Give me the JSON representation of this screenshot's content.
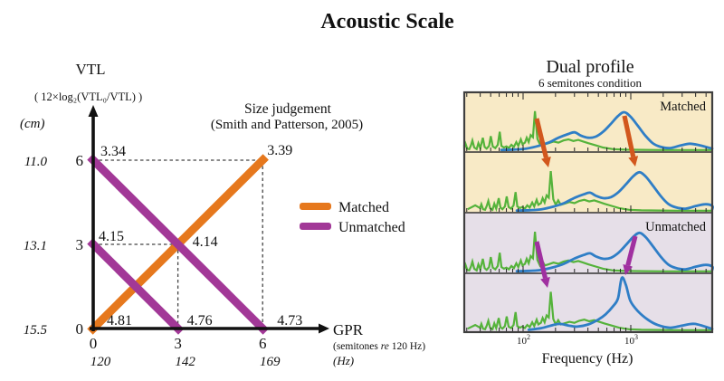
{
  "figure_title": "Acoustic Scale",
  "colors": {
    "matched": "#E6781D",
    "unmatched": "#A23897",
    "arrow_matched": "#D2571D",
    "arrow_unmatched": "#A030A0",
    "accent_blue": "#3173B8",
    "fine_green": "#55B33B",
    "envelope_blue": "#2F7EC6",
    "beige": "#F8EAC6",
    "lavender": "#E6DFE8",
    "ink": "#111111",
    "panel_border": "#3F3F3F"
  },
  "left_chart": {
    "y_axis_title": "VTL",
    "y_axis_formula": "( 12×log₂(VTL₀/VTL) )",
    "y_unit": "(cm)",
    "x_axis_title": "GPR",
    "x_axis_sub_pre": "(semitones ",
    "x_axis_sub_italic": "re",
    "x_axis_sub_post": " 120 Hz)",
    "x_unit": "(Hz)",
    "annotation_line1": "Size judgement",
    "annotation_line2": "(Smith and Patterson, 2005)",
    "legend": {
      "matched": "Matched",
      "unmatched": "Unmatched"
    }
  },
  "right_chart": {
    "title": "Dual profile",
    "subtitle": "6 semitones condition",
    "x_axis_label": "Frequency (Hz)",
    "tick_100_base": "10",
    "tick_100_exp": "2",
    "tick_1000_base": "10",
    "tick_1000_exp": "3"
  },
  "chart_data": [
    {
      "id": "size-judgement",
      "type": "line",
      "title": "Size judgement (Smith and Patterson, 2005)",
      "xlabel": "GPR (semitones re 120 Hz)",
      "ylabel": "VTL ( 12×log2(VTL0/VTL) )",
      "xlim": [
        0,
        6
      ],
      "ylim": [
        0,
        6
      ],
      "x_ticks": [
        {
          "value": 0,
          "hz": "120"
        },
        {
          "value": 3,
          "hz": "142"
        },
        {
          "value": 6,
          "hz": "169"
        }
      ],
      "y_ticks": [
        {
          "value": 0,
          "cm": "15.5"
        },
        {
          "value": 3,
          "cm": "13.1"
        },
        {
          "value": 6,
          "cm": "11.0"
        }
      ],
      "series": [
        {
          "name": "Matched",
          "color_key": "matched",
          "points": [
            [
              0,
              0
            ],
            [
              6,
              6
            ]
          ]
        },
        {
          "name": "Unmatched",
          "color_key": "unmatched",
          "points": [
            [
              0,
              6
            ],
            [
              6,
              0
            ]
          ]
        },
        {
          "name": "Unmatched",
          "color_key": "unmatched",
          "points": [
            [
              0,
              3
            ],
            [
              3,
              0
            ]
          ]
        }
      ],
      "value_labels": [
        {
          "text": "3.34",
          "at": [
            0,
            6
          ],
          "dx": 8,
          "dy": -5
        },
        {
          "text": "3.39",
          "at": [
            6,
            6
          ],
          "dx": 5,
          "dy": -6
        },
        {
          "text": "4.15",
          "at": [
            0,
            3
          ],
          "dx": 6,
          "dy": -4
        },
        {
          "text": "4.14",
          "at": [
            3,
            3
          ],
          "dx": 16,
          "dy": 2
        },
        {
          "text": "4.81",
          "at": [
            0,
            0
          ],
          "dx": 15,
          "dy": -4
        },
        {
          "text": "4.76",
          "at": [
            3,
            0
          ],
          "dx": 10,
          "dy": -4
        },
        {
          "text": "4.73",
          "at": [
            6,
            0
          ],
          "dx": 16,
          "dy": -4
        }
      ],
      "guides": [
        [
          [
            0,
            6
          ],
          [
            6,
            6
          ]
        ],
        [
          [
            6,
            6
          ],
          [
            6,
            0
          ]
        ],
        [
          [
            0,
            3
          ],
          [
            3,
            3
          ]
        ],
        [
          [
            3,
            3
          ],
          [
            3,
            0
          ]
        ]
      ]
    },
    {
      "id": "dual-profile",
      "type": "line",
      "title": "Dual profile - 6 semitones condition",
      "xlabel": "Frequency (Hz)",
      "x_scale": "log",
      "x_range_hz": [
        26,
        6900
      ],
      "major_ticks_hz": [
        100,
        1000
      ],
      "minor_ticks_hz": [
        30,
        40,
        50,
        60,
        70,
        80,
        90,
        200,
        300,
        400,
        500,
        600,
        700,
        800,
        900,
        2000,
        3000,
        4000,
        5000,
        6000
      ],
      "panels": [
        {
          "bg": "beige",
          "label": "Matched",
          "fine": "green_fine",
          "fine_shift": 0,
          "envelope": "blue_envelope",
          "env_shift": 0
        },
        {
          "bg": "beige",
          "label": "",
          "fine": "green_fine",
          "fine_shift": 0.064,
          "envelope": "blue_envelope",
          "env_shift": 0.062
        },
        {
          "bg": "lavender",
          "label": "Unmatched",
          "fine": "green_fine",
          "fine_shift": 0,
          "envelope": "blue_envelope",
          "env_shift": 0.062
        },
        {
          "bg": "lavender",
          "label": "",
          "fine": "green_fine",
          "fine_shift": 0.064,
          "envelope": "blue_envelope_sharp",
          "env_shift": 0
        }
      ],
      "arrows": [
        {
          "color": "arrow_matched",
          "from": [
            593,
            131
          ],
          "to": [
            606,
            185
          ]
        },
        {
          "color": "arrow_matched",
          "from": [
            690,
            128
          ],
          "to": [
            702,
            184
          ]
        },
        {
          "color": "arrow_unmatched",
          "from": [
            593,
            267
          ],
          "to": [
            605,
            318
          ]
        },
        {
          "color": "arrow_unmatched",
          "from": [
            702,
            261
          ],
          "to": [
            691,
            304
          ]
        }
      ],
      "spectra": {
        "green_fine": [
          [
            -0.05,
            0.03
          ],
          [
            -0.02,
            0.1
          ],
          [
            0.0,
            0.05
          ],
          [
            0.005,
            0.12
          ],
          [
            0.012,
            0.03
          ],
          [
            0.02,
            0.02
          ],
          [
            0.027,
            0.09
          ],
          [
            0.033,
            0.18
          ],
          [
            0.04,
            0.05
          ],
          [
            0.05,
            0.02
          ],
          [
            0.057,
            0.13
          ],
          [
            0.065,
            0.04
          ],
          [
            0.075,
            0.23
          ],
          [
            0.082,
            0.06
          ],
          [
            0.09,
            0.03
          ],
          [
            0.1,
            0.08
          ],
          [
            0.107,
            0.26
          ],
          [
            0.115,
            0.07
          ],
          [
            0.125,
            0.04
          ],
          [
            0.135,
            0.1
          ],
          [
            0.143,
            0.34
          ],
          [
            0.15,
            0.08
          ],
          [
            0.16,
            0.05
          ],
          [
            0.17,
            0.07
          ],
          [
            0.18,
            0.04
          ],
          [
            0.19,
            0.1
          ],
          [
            0.2,
            0.06
          ],
          [
            0.21,
            0.15
          ],
          [
            0.218,
            0.08
          ],
          [
            0.228,
            0.2
          ],
          [
            0.235,
            0.11
          ],
          [
            0.245,
            0.14
          ],
          [
            0.252,
            0.23
          ],
          [
            0.26,
            0.15
          ],
          [
            0.268,
            0.28
          ],
          [
            0.277,
            0.24
          ],
          [
            0.285,
            0.72
          ],
          [
            0.295,
            0.21
          ],
          [
            0.305,
            0.11
          ],
          [
            0.315,
            0.19
          ],
          [
            0.325,
            0.11
          ],
          [
            0.34,
            0.13
          ],
          [
            0.36,
            0.16
          ],
          [
            0.38,
            0.14
          ],
          [
            0.4,
            0.18
          ],
          [
            0.42,
            0.2
          ],
          [
            0.44,
            0.17
          ],
          [
            0.46,
            0.19
          ],
          [
            0.48,
            0.16
          ],
          [
            0.5,
            0.13
          ],
          [
            0.53,
            0.09
          ],
          [
            0.56,
            0.05
          ],
          [
            0.6,
            0.02
          ],
          [
            0.65,
            0.01
          ],
          [
            0.72,
            0.006
          ],
          [
            0.8,
            0.004
          ],
          [
            1.0,
            0.004
          ]
        ],
        "blue_envelope": [
          [
            0.15,
            0.005
          ],
          [
            0.2,
            0.012
          ],
          [
            0.25,
            0.03
          ],
          [
            0.3,
            0.08
          ],
          [
            0.34,
            0.14
          ],
          [
            0.38,
            0.23
          ],
          [
            0.42,
            0.3
          ],
          [
            0.445,
            0.33
          ],
          [
            0.47,
            0.27
          ],
          [
            0.5,
            0.23
          ],
          [
            0.53,
            0.25
          ],
          [
            0.56,
            0.34
          ],
          [
            0.59,
            0.48
          ],
          [
            0.62,
            0.63
          ],
          [
            0.645,
            0.7
          ],
          [
            0.67,
            0.62
          ],
          [
            0.7,
            0.45
          ],
          [
            0.73,
            0.27
          ],
          [
            0.76,
            0.13
          ],
          [
            0.79,
            0.065
          ],
          [
            0.83,
            0.04
          ],
          [
            0.87,
            0.085
          ],
          [
            0.91,
            0.12
          ],
          [
            0.95,
            0.09
          ],
          [
            1.0,
            0.03
          ]
        ],
        "blue_envelope_sharp": [
          [
            0.26,
            0.01
          ],
          [
            0.31,
            0.04
          ],
          [
            0.35,
            0.09
          ],
          [
            0.385,
            0.12
          ],
          [
            0.42,
            0.09
          ],
          [
            0.455,
            0.07
          ],
          [
            0.5,
            0.11
          ],
          [
            0.54,
            0.2
          ],
          [
            0.57,
            0.3
          ],
          [
            0.6,
            0.45
          ],
          [
            0.62,
            0.6
          ],
          [
            0.635,
            0.98
          ],
          [
            0.652,
            0.85
          ],
          [
            0.67,
            0.55
          ],
          [
            0.7,
            0.36
          ],
          [
            0.74,
            0.2
          ],
          [
            0.78,
            0.1
          ],
          [
            0.83,
            0.05
          ],
          [
            0.88,
            0.09
          ],
          [
            0.93,
            0.12
          ],
          [
            1.0,
            0.025
          ]
        ]
      }
    }
  ]
}
